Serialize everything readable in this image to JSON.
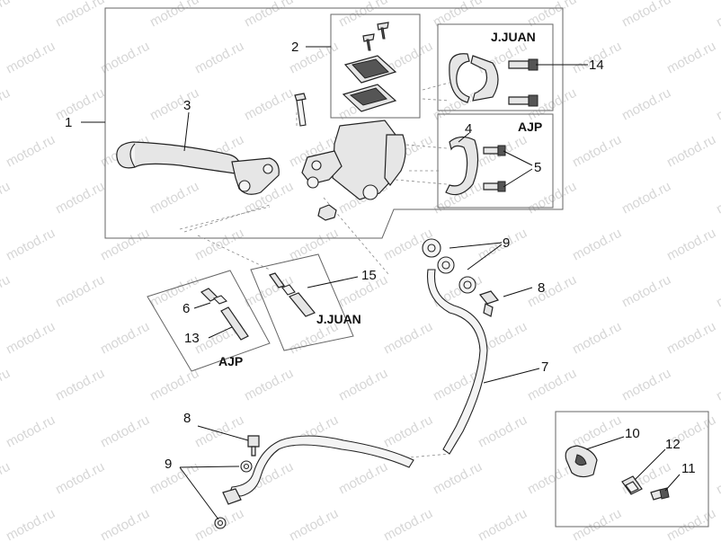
{
  "watermark": "motod.ru",
  "callouts": {
    "c1": "1",
    "c2": "2",
    "c3": "3",
    "c4": "4",
    "c5": "5",
    "c6": "6",
    "c7": "7",
    "c8a": "8",
    "c8b": "8",
    "c9a": "9",
    "c9b": "9",
    "c10": "10",
    "c11": "11",
    "c12": "12",
    "c13": "13",
    "c14": "14",
    "c15": "15"
  },
  "box_labels": {
    "jjuan_top": "J.JUAN",
    "ajp_right": "AJP",
    "ajp_lower": "AJP",
    "jjuan_lower": "J.JUAN"
  }
}
